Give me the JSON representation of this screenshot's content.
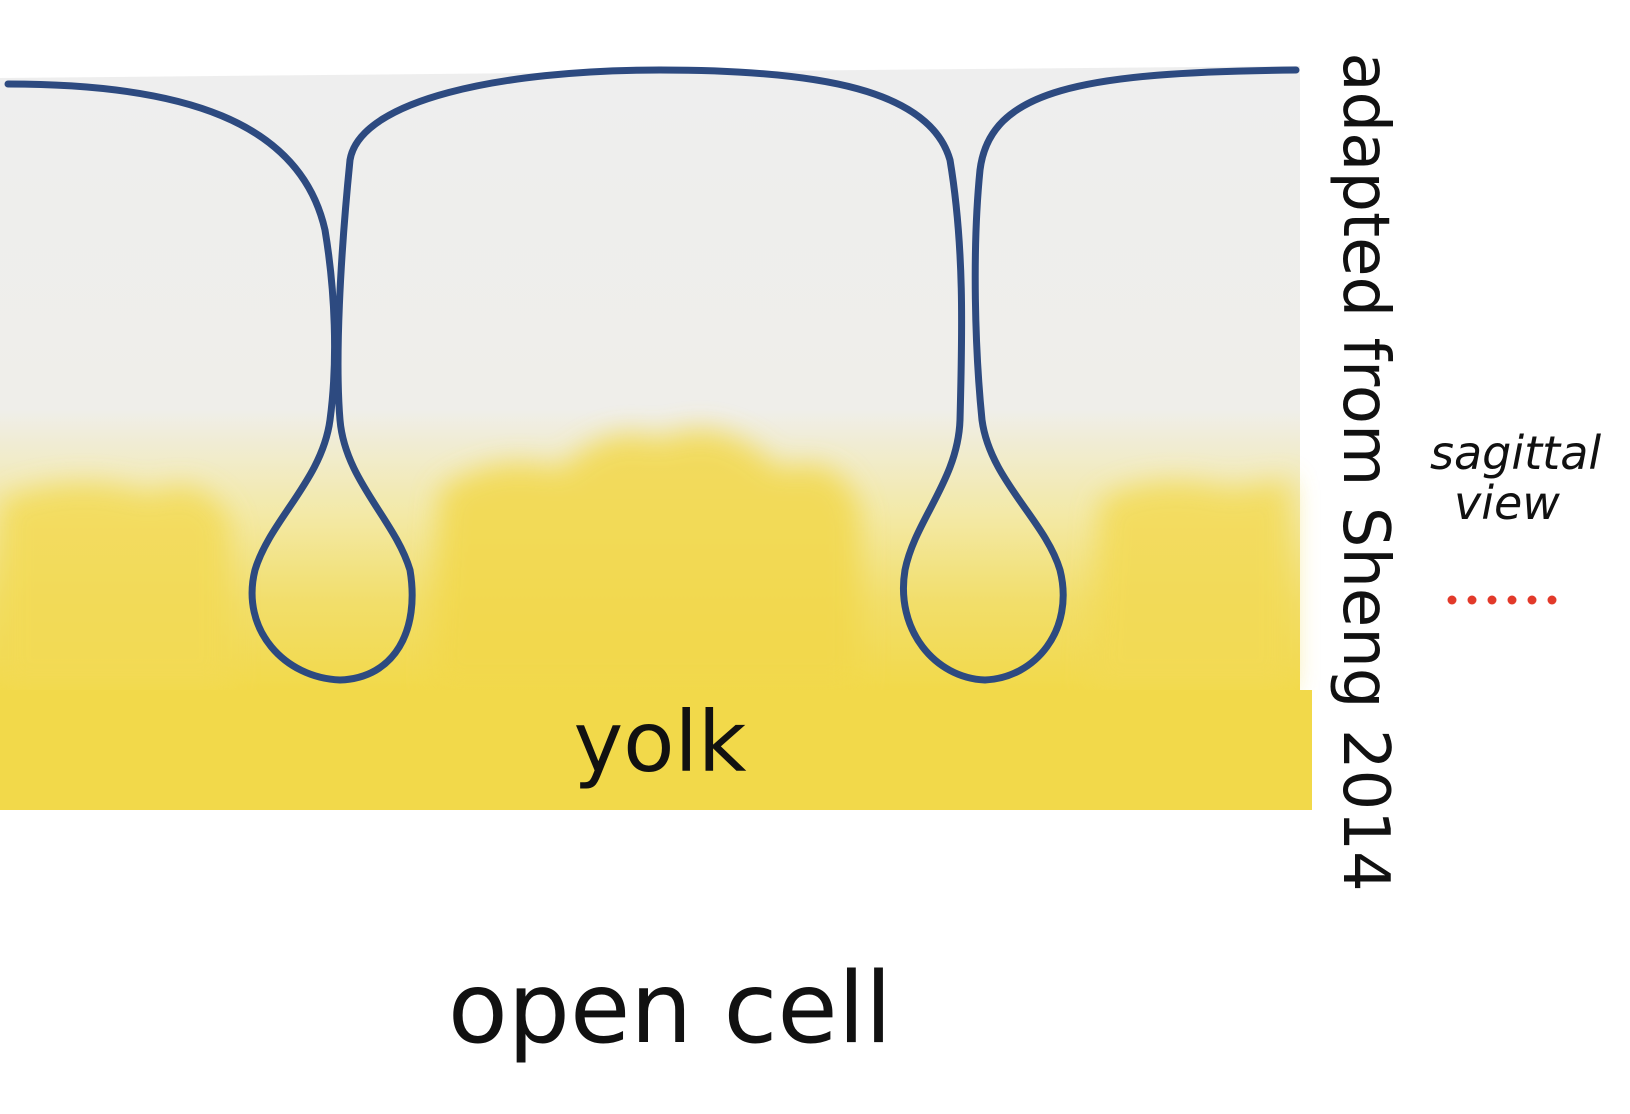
{
  "labels": {
    "yolk": "yolk",
    "caption": "open cell",
    "credit": "adapted from Sheng 2014",
    "view_line1": "sagittal",
    "view_line2": "view"
  },
  "colors": {
    "cytoplasm": "#eeeeee",
    "yolk": "#f2d94a",
    "membrane": "#2d4a80",
    "view_marker": "#e23a2a"
  }
}
